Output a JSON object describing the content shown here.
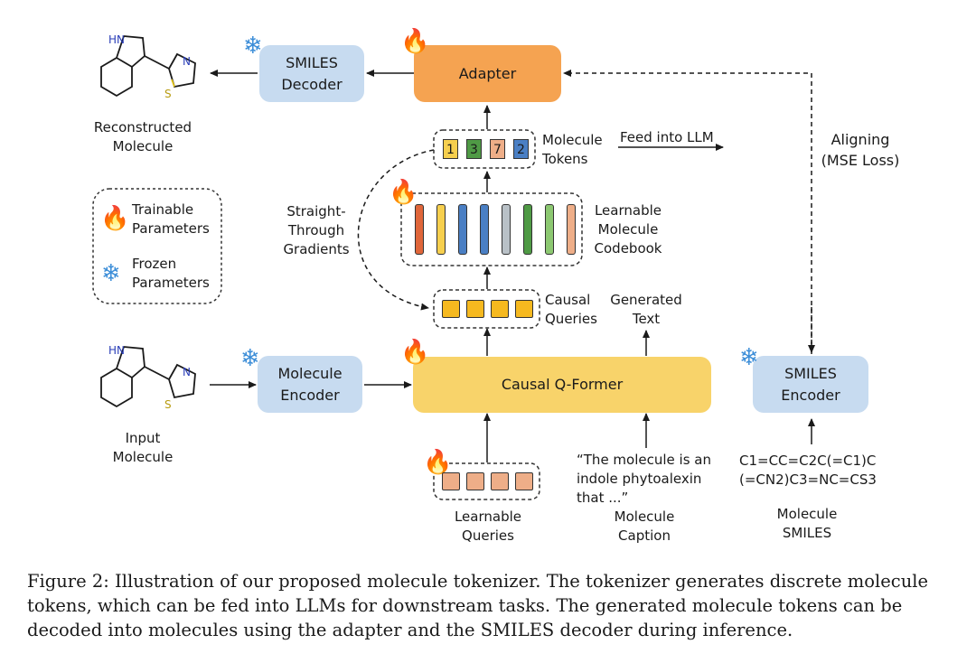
{
  "boxes": {
    "adapter": "Adapter",
    "smiles_decoder": [
      "SMILES",
      "Decoder"
    ],
    "molecule_encoder": [
      "Molecule",
      "Encoder"
    ],
    "causal_qformer": "Causal Q-Former",
    "smiles_encoder": [
      "SMILES",
      "Encoder"
    ]
  },
  "labels": {
    "reconstructed_molecule": [
      "Reconstructed",
      "Molecule"
    ],
    "input_molecule": [
      "Input",
      "Molecule"
    ],
    "molecule_tokens": [
      "Molecule",
      "Tokens"
    ],
    "feed_into_llm": "Feed into LLM",
    "aligning": [
      "Aligning",
      "(MSE Loss)"
    ],
    "straight_through": [
      "Straight-",
      "Through",
      "Gradients"
    ],
    "codebook": [
      "Learnable",
      "Molecule",
      "Codebook"
    ],
    "causal_queries": [
      "Causal",
      "Queries"
    ],
    "generated_text": [
      "Generated",
      "Text"
    ],
    "learnable_queries": [
      "Learnable",
      "Queries"
    ],
    "caption_text": [
      "“The molecule is an",
      "indole phytoalexin",
      "that ...”"
    ],
    "molecule_caption": [
      "Molecule",
      "Caption"
    ],
    "smiles_string": [
      "C1=CC=C2C(=C1)C",
      "(=CN2)C3=NC=CS3"
    ],
    "molecule_smiles": [
      "Molecule",
      "SMILES"
    ]
  },
  "legend": {
    "trainable": [
      "Trainable",
      "Parameters"
    ],
    "frozen": [
      "Frozen",
      "Parameters"
    ]
  },
  "tokens": [
    {
      "value": "1",
      "color": "#f6cf4e"
    },
    {
      "value": "3",
      "color": "#4f9a45"
    },
    {
      "value": "7",
      "color": "#eeae88"
    },
    {
      "value": "2",
      "color": "#4a7fc4"
    }
  ],
  "codebook_colors": [
    "#e0663a",
    "#f6cf4e",
    "#4a7fc4",
    "#4a7fc4",
    "#b9c1c7",
    "#4f9a45",
    "#8cc871",
    "#eeae88"
  ],
  "colors": {
    "query_yellow": "#f6b91f",
    "query_peach": "#eeae88",
    "flame": "#ee6a24",
    "snowflake": "#3d8ed8"
  },
  "icons": {
    "trainable": "flame-icon",
    "frozen": "snowflake-icon"
  },
  "molecule_atoms": {
    "nh": "HN",
    "n": "N",
    "s": "S"
  },
  "figure_caption": [
    "Figure 2: Illustration of our proposed molecule tokenizer. The tokenizer generates discrete molecule",
    "tokens, which can be fed into LLMs for downstream tasks. The generated molecule tokens can be",
    "decoded into molecules using the adapter and the SMILES decoder during inference."
  ]
}
